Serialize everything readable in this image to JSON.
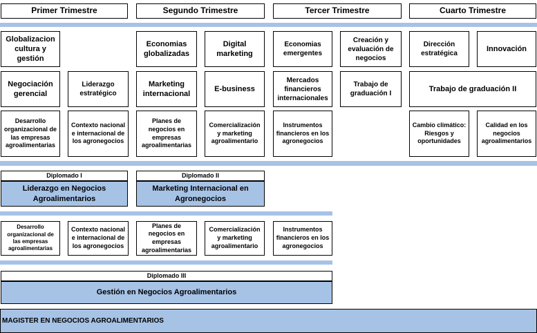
{
  "headers": [
    "Primer Trimestre",
    "Segundo Trimestre",
    "Tercer Trimestre",
    "Cuarto Trimestre"
  ],
  "courses": {
    "globalizacion": "Globalizacion cultura y gestión",
    "economias_globalizadas": "Economias globalizadas",
    "digital_marketing": "Digital marketing",
    "economias_emergentes": "Economias emergentes",
    "creacion_evaluacion": "Creación y evaluación de negocios",
    "direccion_estrategica": "Dirección estratégica",
    "innovacion": "Innovación",
    "negociacion_gerencial": "Negociación gerencial",
    "liderazgo_estrategico": "Liderazgo estratégico",
    "marketing_internacional": "Marketing internacional",
    "e_business": "E-business",
    "mercados_financieros": "Mercados financieros internacionales",
    "trabajo_graduacion_1": "Trabajo de graduación I",
    "trabajo_graduacion_2": "Trabajo de graduación II",
    "desarrollo_organizacional": "Desarrollo organizacional de las empresas agroalimentarias",
    "contexto_nacional": "Contexto nacional e internacional de los agronegocios",
    "planes_negocios": "Planes de negocios en empresas agroalimentarias",
    "comercializacion": "Comercialización y marketing agroalimentario",
    "instrumentos_financieros": "Instrumentos financieros en los agronegocios",
    "cambio_climatico": "Cambio climático: Riesgos y oportunidades",
    "calidad_negocios": "Calidad en los negocios agroalimentarios"
  },
  "diplomados": {
    "d1_label": "Diplomado I",
    "d1_title": "Liderazgo en Negocios Agroalimentarios",
    "d2_label": "Diplomado II",
    "d2_title": "Marketing Internacional en Agronegocios",
    "d3_label": "Diplomado III",
    "d3_title": "Gestión en Negocios Agroalimentarios"
  },
  "magister": "MAGISTER EN NEGOCIOS AGROALIMENTARIOS",
  "colors": {
    "band": "#a6c3e6",
    "border": "#000000"
  }
}
